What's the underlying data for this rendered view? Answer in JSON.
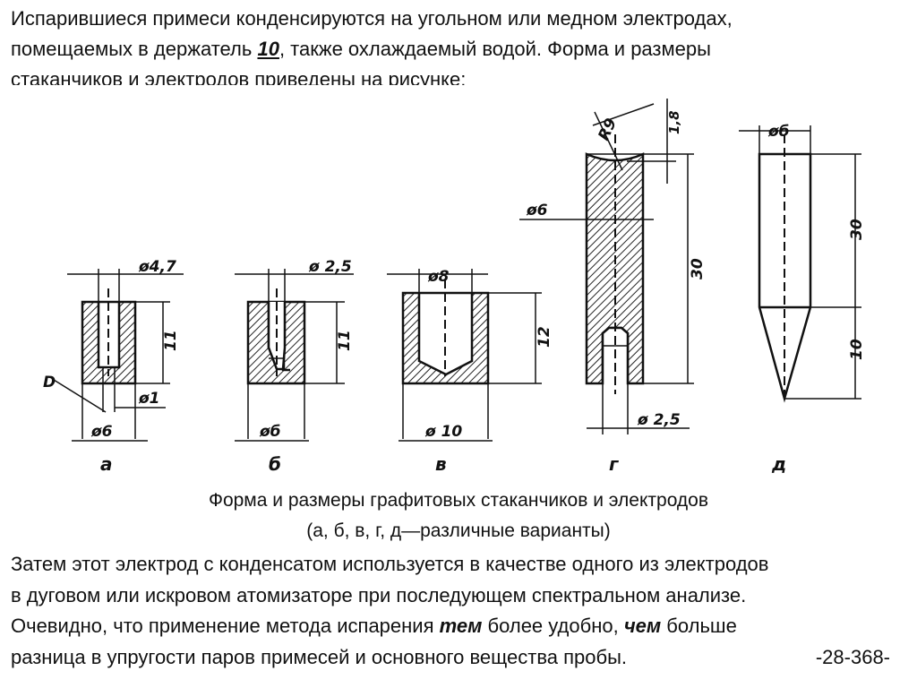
{
  "intro": {
    "line1": "Испарившиеся примеси конденсируются на угольном или медном электродах,",
    "line2_before": "помещаемых в держатель ",
    "line2_number": "10",
    "line2_after": ", также охлаждаемый водой. Форма и размеры",
    "line3": "стаканчиков и электродов приведены на рисунке:"
  },
  "figure": {
    "a": {
      "letter": "а",
      "top_dim": "ø4,7",
      "bottom_dim": "ø6",
      "mid_dim": "ø1",
      "height_dim": "11",
      "label_d": "D"
    },
    "b": {
      "letter": "б",
      "top_dim": "ø 2,5",
      "bottom_dim": "øб",
      "height_dim": "11"
    },
    "v": {
      "letter": "в",
      "top_dim": "ø8",
      "bottom_dim": "ø 10",
      "height_dim": "12"
    },
    "g": {
      "letter": "г",
      "radius": "R9",
      "top_dim": "1,8",
      "side_dim": "ø6",
      "height_dim": "30",
      "bottom_dim": "ø 2,5"
    },
    "d": {
      "letter": "д",
      "top_dim": "øб",
      "upper_dim": "30",
      "lower_dim": "10"
    }
  },
  "caption": {
    "line1": "Форма и размеры графитовых стаканчиков и электродов",
    "line2": "(а, б, в, г, д—различные варианты)"
  },
  "body": {
    "line1": "Затем этот электрод с конденсатом используется в качестве одного из электродов",
    "line2": "в дуговом или искровом атомизаторе при последующем спектральном анализе.",
    "line3_before": "Очевидно, что применение метода испарения ",
    "line3_em1": "тем",
    "line3_mid": " более удобно, ",
    "line3_em2": "чем",
    "line3_after": " больше",
    "line4": "разница в упругости паров примесей и основного вещества пробы.",
    "page_number": "-28-368-"
  }
}
